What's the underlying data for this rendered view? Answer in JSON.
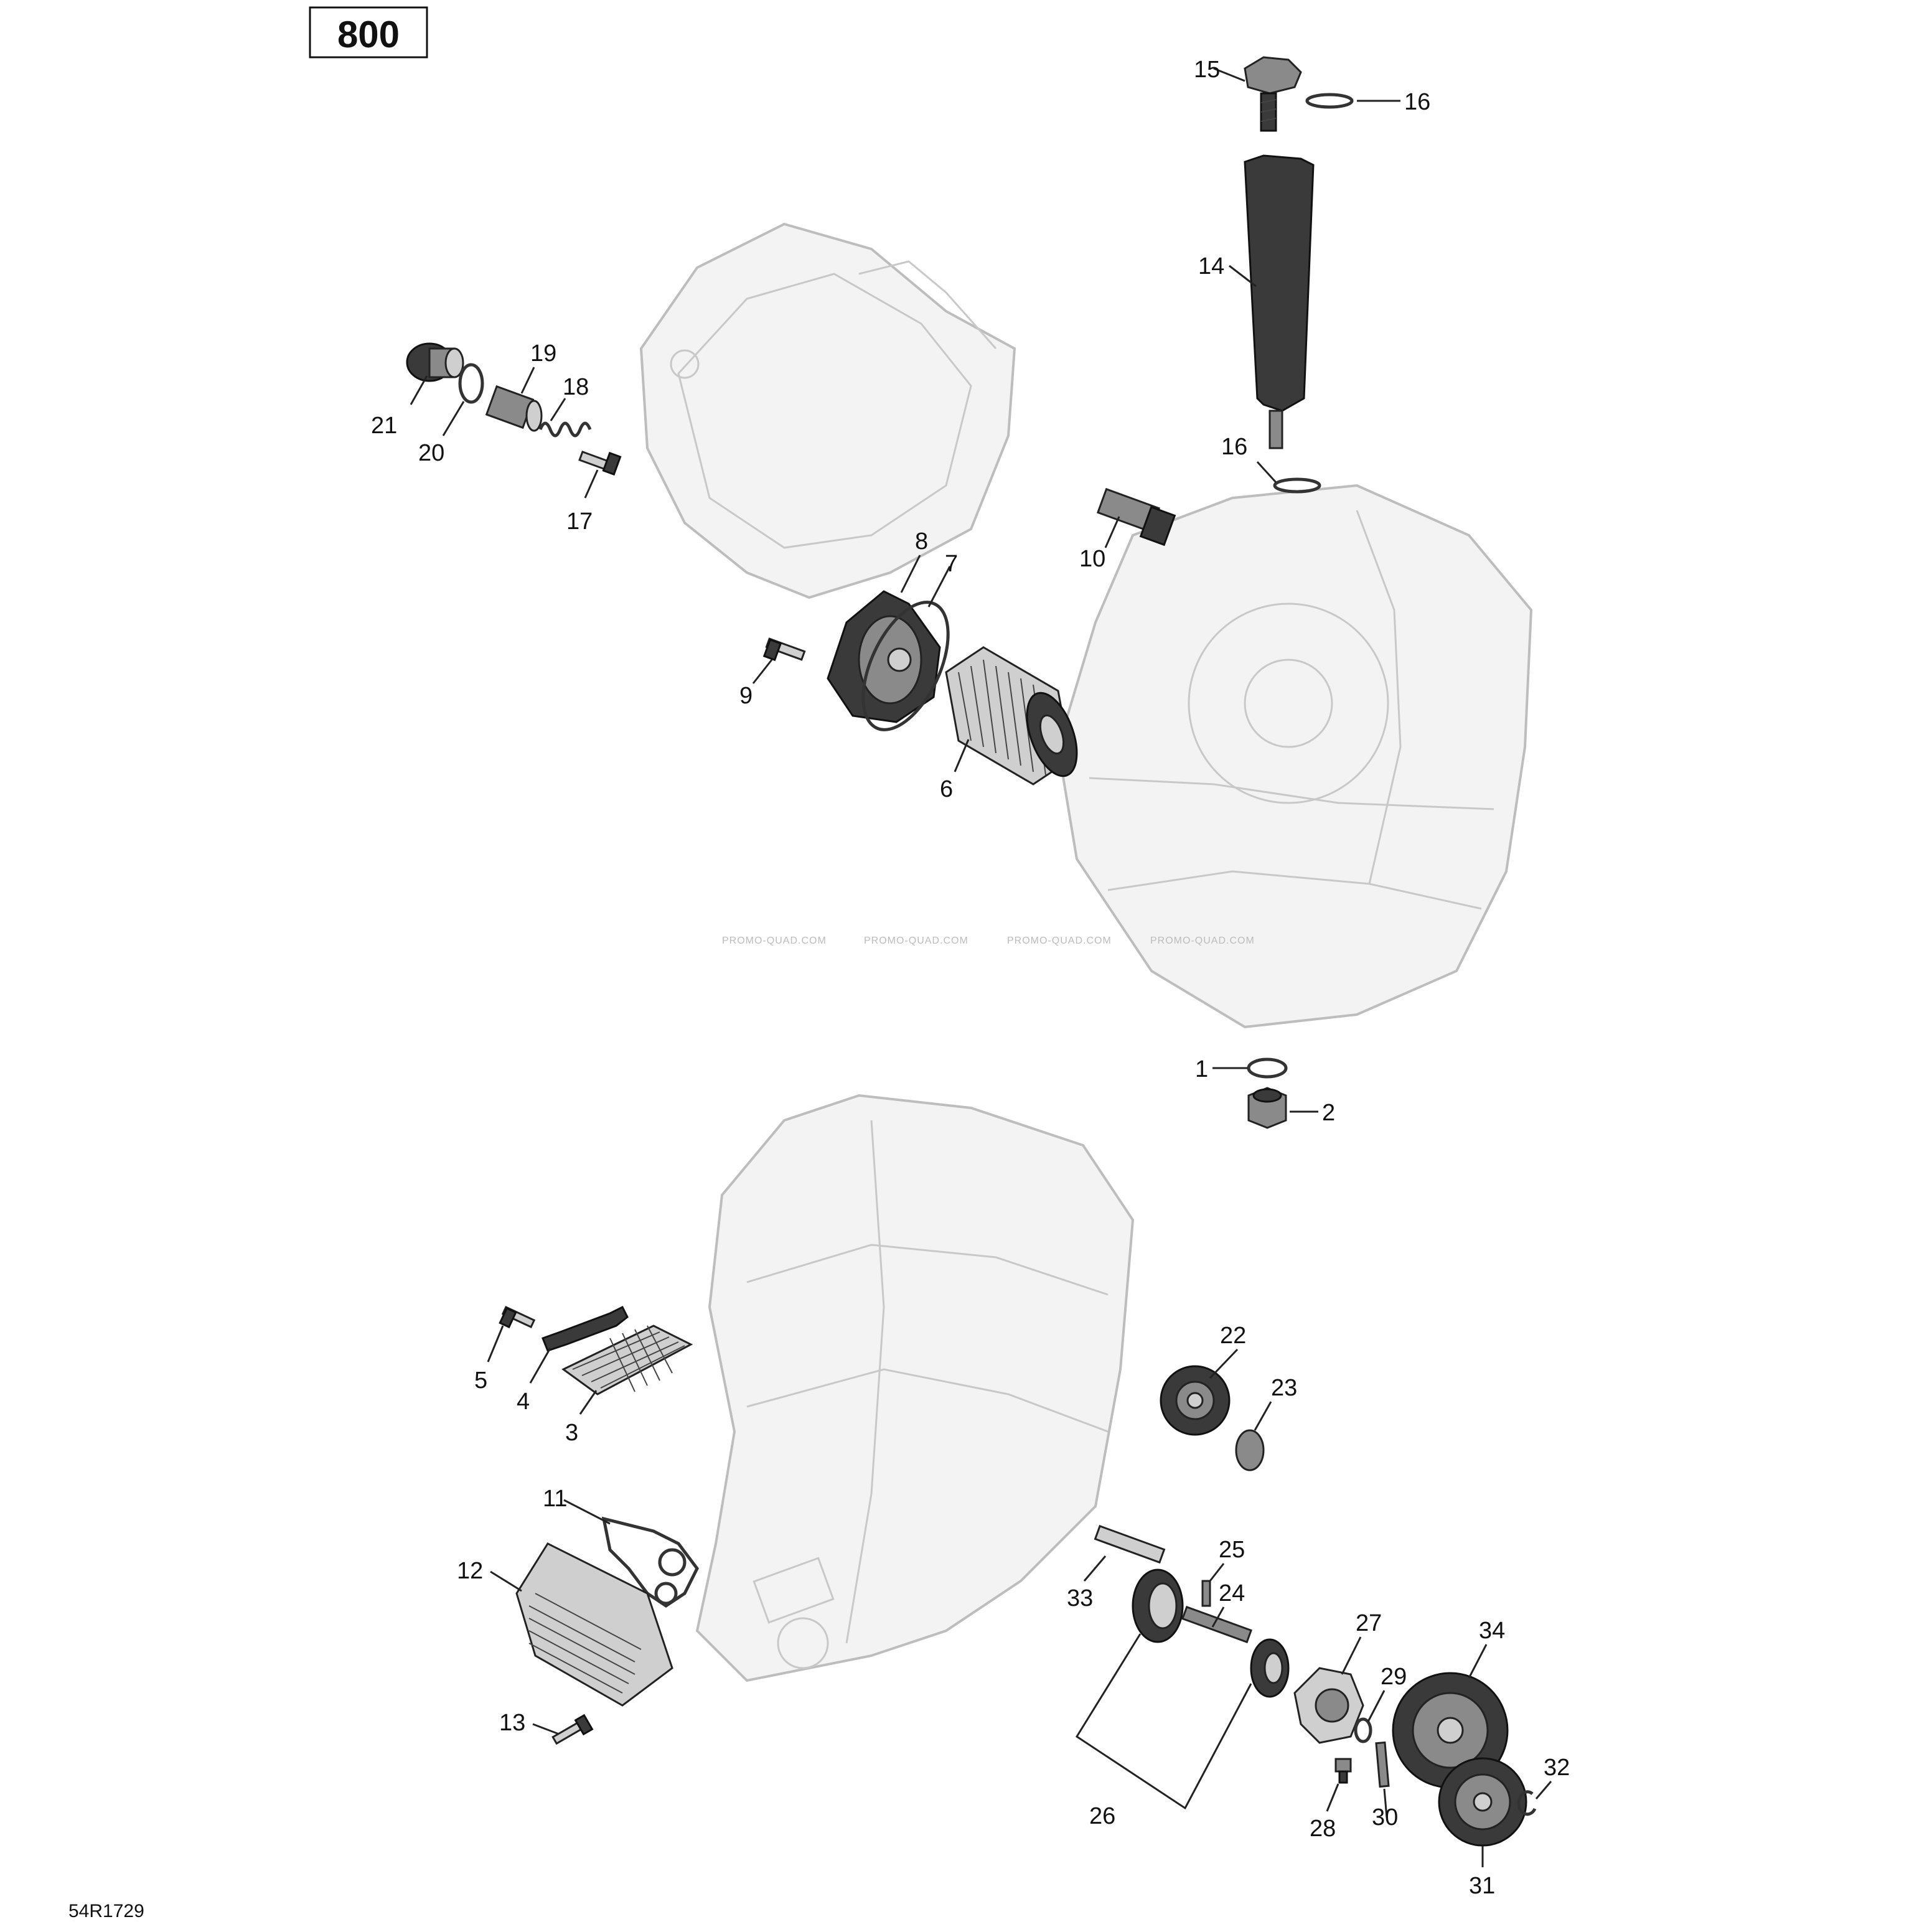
{
  "model_box": {
    "label": "800"
  },
  "reference_code": "54R1729",
  "watermarks": [
    "PROMO-QUAD.COM",
    "PROMO-QUAD.COM",
    "PROMO-QUAD.COM",
    "PROMO-QUAD.COM"
  ],
  "callouts": {
    "c1": "1",
    "c2": "2",
    "c3": "3",
    "c4": "4",
    "c5": "5",
    "c6": "6",
    "c7": "7",
    "c8": "8",
    "c9": "9",
    "c10": "10",
    "c11": "11",
    "c12": "12",
    "c13": "13",
    "c14": "14",
    "c15": "15",
    "c16a": "16",
    "c16b": "16",
    "c17": "17",
    "c18": "18",
    "c19": "19",
    "c20": "20",
    "c21": "21",
    "c22": "22",
    "c23": "23",
    "c24": "24",
    "c25": "25",
    "c26": "26",
    "c27": "27",
    "c28": "28",
    "c29": "29",
    "c30": "30",
    "c31": "31",
    "c32": "32",
    "c33": "33",
    "c34": "34"
  }
}
